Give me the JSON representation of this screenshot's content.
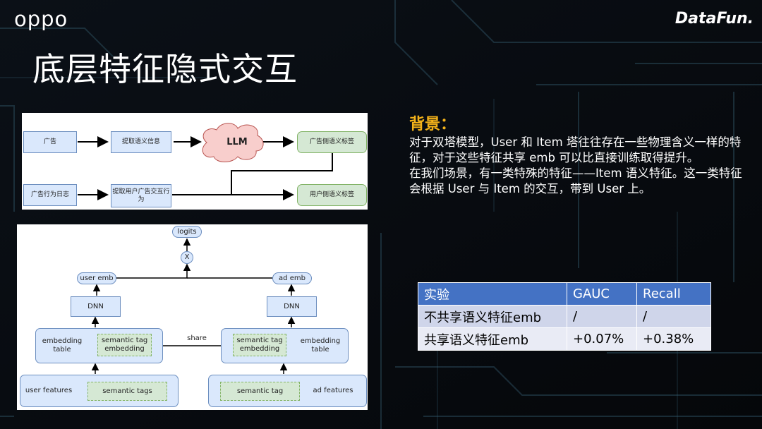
{
  "header": {
    "left_logo": "oppo",
    "right_logo": "DataFun.",
    "title": "底层特征隐式交互"
  },
  "diagram_top": {
    "nodes": {
      "ad": "广告",
      "extract_semantic": "提取语义信息",
      "llm": "LLM",
      "ad_side_tag": "广告侧语义标签",
      "ad_behavior_log": "广告行为日志",
      "extract_user_behavior": "提取用户广告交互行为",
      "user_side_tag": "用户侧语义标签"
    }
  },
  "diagram_bottom": {
    "nodes": {
      "logits": "logits",
      "cross": "X",
      "user_emb": "user emb",
      "ad_emb": "ad emb",
      "dnn_left": "DNN",
      "dnn_right": "DNN",
      "embedding_table_left": "embedding table",
      "semantic_tag_embedding_left": "semantic tag embedding",
      "share": "share",
      "semantic_tag_embedding_right": "semantic tag embedding",
      "embedding_table_right": "embedding table",
      "user_features": "user features",
      "semantic_tags": "semantic tags",
      "semantic_tag": "semantic tag",
      "ad_features": "ad features"
    }
  },
  "background": {
    "heading": "背景：",
    "paragraph1": "对于双塔模型，User 和 Item 塔往往存在一些物理含义一样的特征，对于这些特征共享 emb 可以比直接训练取得提升。",
    "paragraph2": "在我们场景，有一类特殊的特征——Item 语义特征。这一类特征会根据 User 与 Item 的交互，带到 User 上。"
  },
  "results_table": {
    "headers": [
      "实验",
      "GAUC",
      "Recall"
    ],
    "rows": [
      [
        "不共享语义特征emb",
        "/",
        "/"
      ],
      [
        "共享语义特征emb",
        "+0.07%",
        "+0.38%"
      ]
    ]
  },
  "colors": {
    "heading_accent": "#f3b21a",
    "table_header": "#4472c4",
    "box_blue": "#dae8fc",
    "box_green": "#d5e8d4",
    "llm_cloud": "#f8cecc"
  }
}
